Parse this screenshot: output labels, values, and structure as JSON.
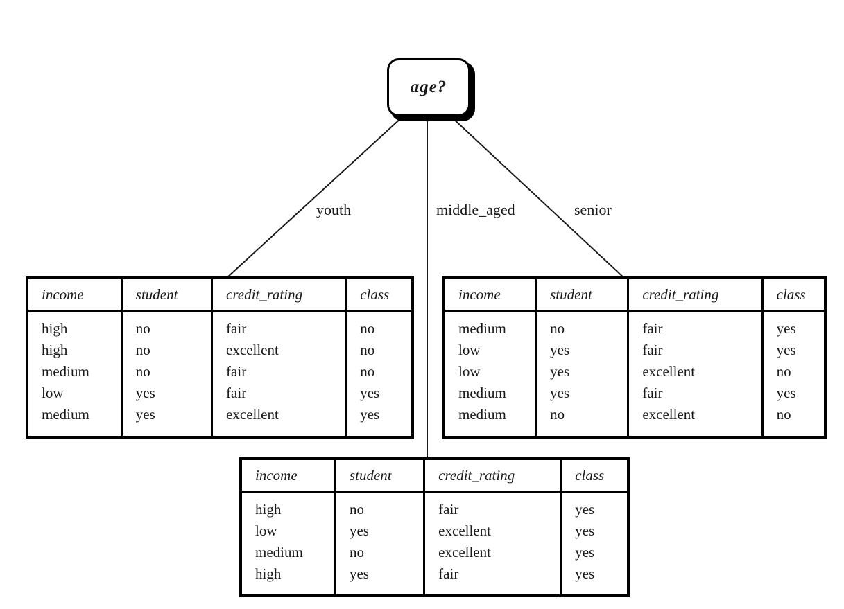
{
  "root_node": {
    "label": "age?"
  },
  "branches": [
    {
      "label": "youth"
    },
    {
      "label": "middle_aged"
    },
    {
      "label": "senior"
    }
  ],
  "tables": [
    {
      "branch": "youth",
      "headers": [
        "income",
        "student",
        "credit_rating",
        "class"
      ],
      "rows": [
        [
          "high",
          "no",
          "fair",
          "no"
        ],
        [
          "high",
          "no",
          "excellent",
          "no"
        ],
        [
          "medium",
          "no",
          "fair",
          "no"
        ],
        [
          "low",
          "yes",
          "fair",
          "yes"
        ],
        [
          "medium",
          "yes",
          "excellent",
          "yes"
        ]
      ]
    },
    {
      "branch": "senior",
      "headers": [
        "income",
        "student",
        "credit_rating",
        "class"
      ],
      "rows": [
        [
          "medium",
          "no",
          "fair",
          "yes"
        ],
        [
          "low",
          "yes",
          "fair",
          "yes"
        ],
        [
          "low",
          "yes",
          "excellent",
          "no"
        ],
        [
          "medium",
          "yes",
          "fair",
          "yes"
        ],
        [
          "medium",
          "no",
          "excellent",
          "no"
        ]
      ]
    },
    {
      "branch": "middle_aged",
      "headers": [
        "income",
        "student",
        "credit_rating",
        "class"
      ],
      "rows": [
        [
          "high",
          "no",
          "fair",
          "yes"
        ],
        [
          "low",
          "yes",
          "excellent",
          "yes"
        ],
        [
          "medium",
          "no",
          "excellent",
          "yes"
        ],
        [
          "high",
          "yes",
          "fair",
          "yes"
        ]
      ]
    }
  ],
  "colors": {
    "ink": "#1a1a1a",
    "background": "#ffffff"
  }
}
